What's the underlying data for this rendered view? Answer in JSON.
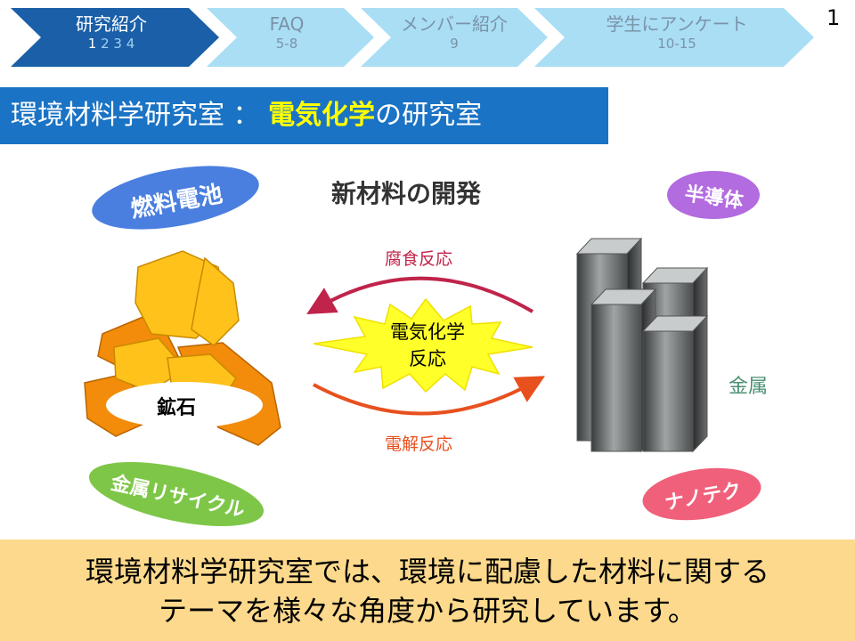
{
  "nav": {
    "items": [
      {
        "title": "研究紹介",
        "pages": [
          "1",
          "2",
          "3",
          "4"
        ],
        "active": true
      },
      {
        "title": "FAQ",
        "sub": "5-8",
        "active": false
      },
      {
        "title": "メンバー紹介",
        "sub": "9",
        "active": false
      },
      {
        "title": "学生にアンケート",
        "sub": "10-15",
        "active": false
      }
    ]
  },
  "page_number": "1",
  "title": {
    "prefix": "環境材料学研究室 ： ",
    "highlight": "電気化学",
    "suffix": "の研究室"
  },
  "diagram": {
    "heading": "新材料の開発",
    "top_arrow_label": "腐食反応",
    "bottom_arrow_label": "電解反応",
    "center": [
      "電気化学",
      "反応"
    ],
    "ore_label": "鉱石",
    "metal_label": "金属",
    "topics": {
      "fuel_cell": "燃料電池",
      "semiconductor": "半導体",
      "metal_recycle": "金属リサイクル",
      "nanotech": "ナノテク"
    }
  },
  "description": [
    "環境材料学研究室では、環境に配慮した材料に関する",
    "テーマを様々な角度から研究しています。"
  ],
  "colors": {
    "nav_active": "#1a5fa8",
    "nav_inactive": "#a9def5",
    "title_bar": "#1a73c4",
    "highlight": "#ffff00",
    "fuel_cell": "#4a7fe0",
    "semiconductor": "#b36be0",
    "metal_recycle": "#7ec648",
    "nanotech": "#f0607a",
    "corrosion_arrow": "#c0244a",
    "electrolysis_arrow": "#e8501e",
    "bottom_box": "#fcd98c"
  }
}
